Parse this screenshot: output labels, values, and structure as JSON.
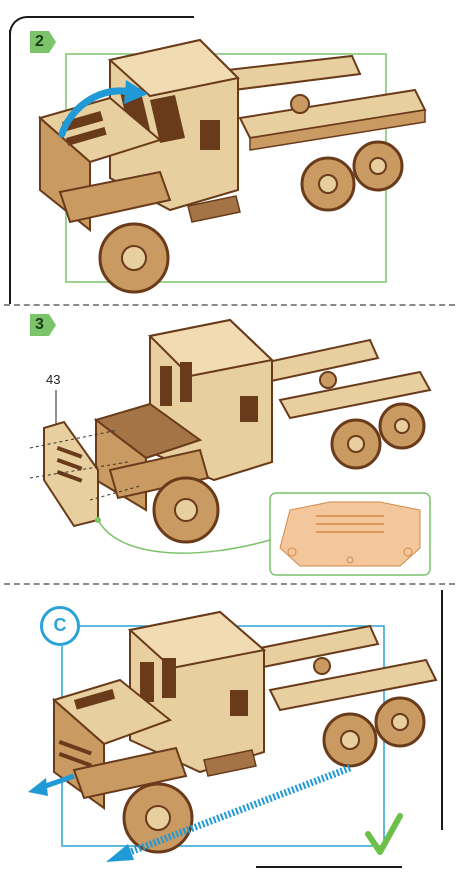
{
  "steps": [
    {
      "label": "2"
    },
    {
      "label": "3"
    }
  ],
  "callout_part_number": "43",
  "check_badge": {
    "label": "C"
  },
  "colors": {
    "wood_light": "#e8cfa0",
    "wood_mid": "#c99a62",
    "wood_dark": "#6a3b1a",
    "frame_green": "#7cc46a",
    "frame_blue": "#2aa3d8",
    "arrow_blue": "#1f9ad6",
    "check_green": "#6cc04a",
    "part_orange": "#f3c79b"
  },
  "icons": [
    "curved-arrow-icon",
    "arrow-left-icon",
    "checkmark-icon",
    "step-badge-icon"
  ]
}
